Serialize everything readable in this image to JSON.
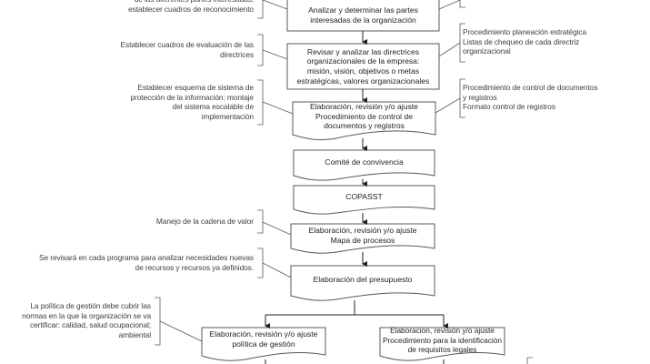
{
  "flowchart": {
    "steps": [
      {
        "id": "partes",
        "text": "Analizar y determinar las partes\ninteresadas de la organización",
        "shape": "process"
      },
      {
        "id": "directrices",
        "text": "Revisar y analizar las directrices\norganizacionales de la empresa:\nmisión, visión, objetivos o metas\nestratégicas, valores organizacionales",
        "shape": "process"
      },
      {
        "id": "control_doc",
        "text": "Elaboración, revisión y/o ajuste\nProcedimiento de control de\ndocumentos y registros",
        "shape": "document"
      },
      {
        "id": "comite",
        "text": "Comité de convivencia",
        "shape": "document"
      },
      {
        "id": "copasst",
        "text": "COPASST",
        "shape": "document"
      },
      {
        "id": "mapa",
        "text": "Elaboración, revisión y/o ajuste\nMapa de procesos",
        "shape": "document"
      },
      {
        "id": "presupuesto",
        "text": "Elaboración del presupuesto",
        "shape": "document"
      },
      {
        "id": "politica",
        "text": "Elaboración, revisión y/o ajuste\npolítica de gestión",
        "shape": "document"
      },
      {
        "id": "requisitos",
        "text": "Elaboración, revisión y/o ajuste\nProcedimiento para la identificación\nde requisitos legales",
        "shape": "document"
      }
    ],
    "left_notes": [
      {
        "target": "partes",
        "text": "de las diferentes partes interesadas,\nestablecer cuadros de reconocimiento"
      },
      {
        "target": "directrices",
        "text": "Establecer cuadros de evaluación de las\ndirectrices"
      },
      {
        "target": "control_doc",
        "text": "Establecer esquema de sistema de\nprotección de la información: montaje\ndel sistema escalable de\nimplementación"
      },
      {
        "target": "mapa",
        "text": "Manejo de la cadena de valor"
      },
      {
        "target": "presupuesto",
        "text": "Se revisará en cada programa para analizar necesidades nuevas\nde recursos y recursos ya definidos."
      },
      {
        "target": "politica",
        "text": "La política de gestión debe cubrir las\nnormas en la que la organización se va\ncertificar: calidad, salud ocupacional;\nambiental"
      }
    ],
    "right_notes": [
      {
        "target": "directrices",
        "text": "Procedimiento planeación estratégica\nListas de chequeo de cada directriz\norganizacional"
      },
      {
        "target": "control_doc",
        "text": "Procedimiento de control de documentos\ny registros\nFormato control de registros"
      }
    ],
    "colors": {
      "line": "#404040",
      "box_border": "#595959",
      "text": "#222222",
      "note_text": "#404040"
    }
  }
}
